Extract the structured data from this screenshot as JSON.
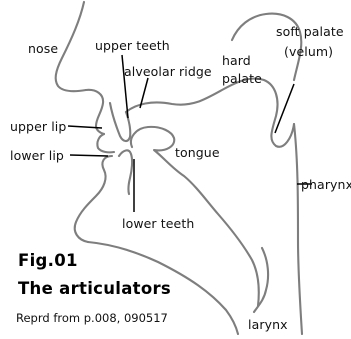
{
  "labels": {
    "nose": "nose",
    "upper_teeth": "upper teeth",
    "alveolar_ridge": "alveolar ridge",
    "hard_palate_1": "hard",
    "hard_palate_2": "palate",
    "soft_palate_1": "soft palate",
    "soft_palate_2": "(velum)",
    "upper_lip": "upper lip",
    "lower_lip": "lower lip",
    "tongue": "tongue",
    "pharynx": "pharynx",
    "lower_teeth": "lower teeth",
    "larynx": "larynx"
  },
  "figure": {
    "number": "Fig.01",
    "title": "The articulators",
    "credit": "Reprd from p.008, 090517"
  }
}
